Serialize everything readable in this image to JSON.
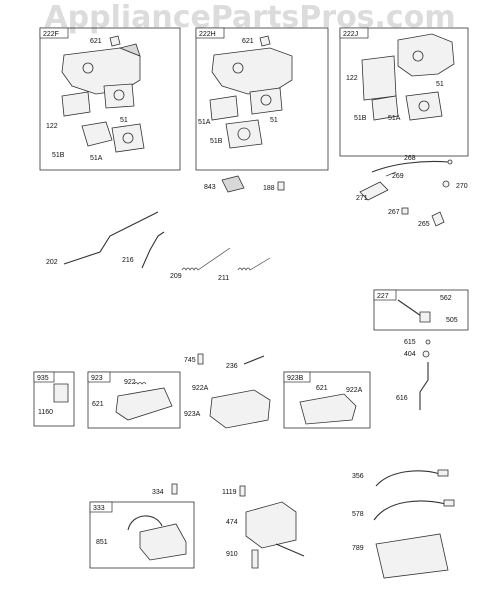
{
  "watermark": "AppliancePartsPros.com",
  "groups": {
    "g222F": "222F",
    "g222H": "222H",
    "g222J": "222J",
    "g227": "227",
    "g935": "935",
    "g923": "923",
    "g923B": "923B",
    "g333": "333"
  },
  "labels": {
    "l621a": "621",
    "l122a": "122",
    "l51a": "51",
    "l51Ba": "51B",
    "l51Aa": "51A",
    "l621b": "621",
    "l51Ab": "51A",
    "l51b": "51",
    "l51Bb": "51B",
    "l122c": "122",
    "l51c": "51",
    "l51Bc": "51B",
    "l51Ac": "51A",
    "l843": "843",
    "l188": "188",
    "l268": "268",
    "l269": "269",
    "l270": "270",
    "l271": "271",
    "l267": "267",
    "l265": "265",
    "l202": "202",
    "l216": "216",
    "l209": "209",
    "l211": "211",
    "l562": "562",
    "l505": "505",
    "l615": "615",
    "l404": "404",
    "l616": "616",
    "l745": "745",
    "l236": "236",
    "l1160": "1160",
    "l922": "922",
    "l621c": "621",
    "l922A": "922A",
    "l923A": "923A",
    "l621d": "621",
    "l922Ab": "922A",
    "l356": "356",
    "l578": "578",
    "l789": "789",
    "l334": "334",
    "l1119": "1119",
    "l474": "474",
    "l851": "851",
    "l910": "910"
  }
}
